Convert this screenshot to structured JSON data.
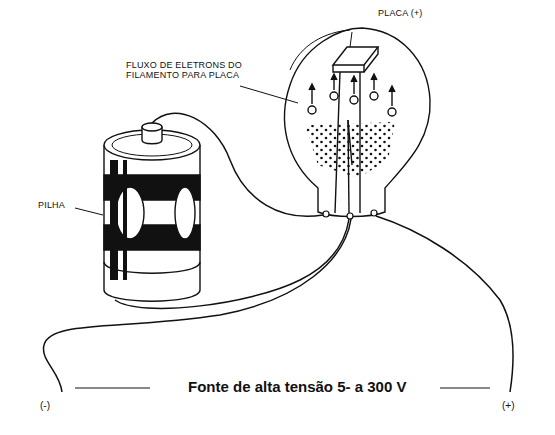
{
  "diagram": {
    "labels": [
      "PLACA (+)",
      "FLUXO DE ELETRONS DO FILAMENTO PARA PLACA",
      "PILHA",
      "Fonte de alta tensão 5- a 300 V",
      "(-)",
      "(+)"
    ]
  }
}
